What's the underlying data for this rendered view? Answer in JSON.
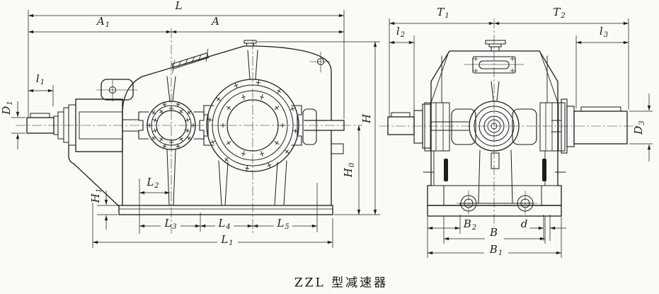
{
  "drawing": {
    "caption": "ZZL 型减速器",
    "ink_color": "#1c1c1c",
    "paper_color": "#fbfaf7",
    "views": {
      "front_view": {
        "title": "front-view",
        "dimension_labels": [
          "L",
          "A1",
          "A",
          "l1",
          "D1",
          "H",
          "H0",
          "H1",
          "L2",
          "L3",
          "L4",
          "L5",
          "L1"
        ]
      },
      "side_view": {
        "title": "side-view",
        "dimension_labels": [
          "T1",
          "T2",
          "l2",
          "l3",
          "D3",
          "B2",
          "B",
          "d",
          "B1"
        ]
      }
    },
    "labels": {
      "L": {
        "base": "L",
        "sub": ""
      },
      "A1": {
        "base": "A",
        "sub": "1"
      },
      "A": {
        "base": "A",
        "sub": ""
      },
      "l1": {
        "base": "l",
        "sub": "1"
      },
      "D1": {
        "base": "D",
        "sub": "1"
      },
      "H": {
        "base": "H",
        "sub": ""
      },
      "H0": {
        "base": "H",
        "sub": "0"
      },
      "H1": {
        "base": "H",
        "sub": "1"
      },
      "L2": {
        "base": "L",
        "sub": "2"
      },
      "L3": {
        "base": "L",
        "sub": "3"
      },
      "L4": {
        "base": "L",
        "sub": "4"
      },
      "L5": {
        "base": "L",
        "sub": "5"
      },
      "L1": {
        "base": "L",
        "sub": "1"
      },
      "T1": {
        "base": "T",
        "sub": "1"
      },
      "T2": {
        "base": "T",
        "sub": "2"
      },
      "l2": {
        "base": "l",
        "sub": "2"
      },
      "l3": {
        "base": "l",
        "sub": "3"
      },
      "D3": {
        "base": "D",
        "sub": "3"
      },
      "B2": {
        "base": "B",
        "sub": "2"
      },
      "B": {
        "base": "B",
        "sub": ""
      },
      "d": {
        "base": "d",
        "sub": ""
      },
      "B1": {
        "base": "B",
        "sub": "1"
      }
    }
  }
}
